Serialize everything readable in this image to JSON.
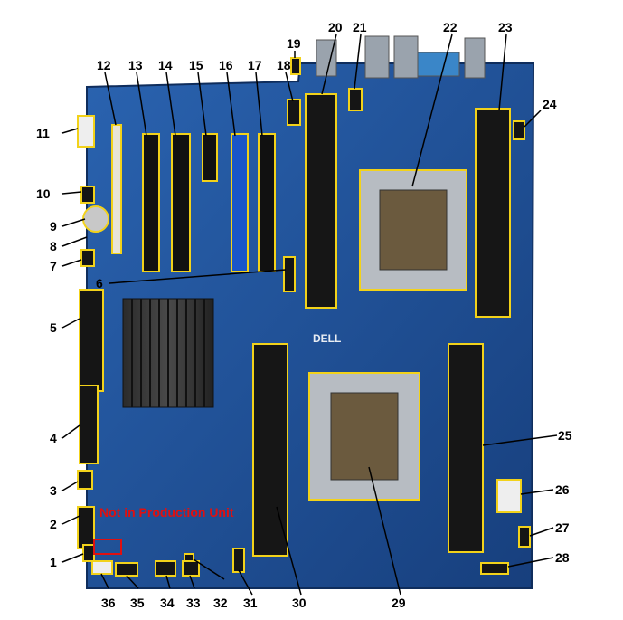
{
  "callouts": [
    "1",
    "2",
    "3",
    "4",
    "5",
    "6",
    "7",
    "8",
    "9",
    "10",
    "11",
    "12",
    "13",
    "14",
    "15",
    "16",
    "17",
    "18",
    "19",
    "20",
    "21",
    "22",
    "23",
    "24",
    "25",
    "26",
    "27",
    "28",
    "29",
    "30",
    "31",
    "32",
    "33",
    "34",
    "35",
    "36"
  ],
  "note": "Not in Production Unit",
  "board_logo": "DELL",
  "colors": {
    "board": "#1d4f96",
    "highlight": "#f2d21a",
    "note": "#e01010"
  }
}
